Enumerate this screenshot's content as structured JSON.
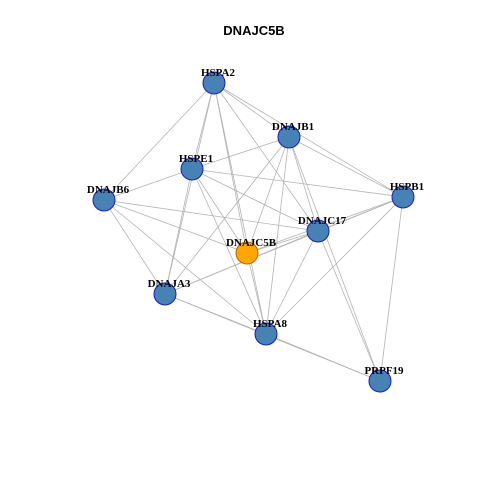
{
  "title": "DNAJC5B",
  "colors": {
    "background": "#ffffff",
    "edge": "#b4b4b4",
    "node_fill": "#4682b4",
    "node_border": "#1a1acc",
    "center_fill": "#ffa500",
    "center_border": "#b36b00",
    "label": "#000000"
  },
  "nodes": [
    {
      "id": "HSPA2",
      "label": "HSPA2",
      "center": false
    },
    {
      "id": "DNAJB1",
      "label": "DNAJB1",
      "center": false
    },
    {
      "id": "HSPE1",
      "label": "HSPE1",
      "center": false
    },
    {
      "id": "DNAJB6",
      "label": "DNAJB6",
      "center": false
    },
    {
      "id": "HSPB1",
      "label": "HSPB1",
      "center": false
    },
    {
      "id": "DNAJC17",
      "label": "DNAJC17",
      "center": false
    },
    {
      "id": "DNAJC5B",
      "label": "DNAJC5B",
      "center": true
    },
    {
      "id": "DNAJA3",
      "label": "DNAJA3",
      "center": false
    },
    {
      "id": "HSPA8",
      "label": "HSPA8",
      "center": false
    },
    {
      "id": "PRPF19",
      "label": "PRPF19",
      "center": false
    }
  ],
  "edges": [
    [
      "HSPA2",
      "DNAJB1"
    ],
    [
      "HSPA2",
      "HSPE1"
    ],
    [
      "HSPA2",
      "DNAJB6"
    ],
    [
      "HSPA2",
      "HSPB1"
    ],
    [
      "HSPA2",
      "DNAJC17"
    ],
    [
      "HSPA2",
      "DNAJC5B"
    ],
    [
      "HSPA2",
      "DNAJA3"
    ],
    [
      "HSPA2",
      "HSPA8"
    ],
    [
      "DNAJB1",
      "HSPE1"
    ],
    [
      "DNAJB1",
      "HSPB1"
    ],
    [
      "DNAJB1",
      "DNAJC17"
    ],
    [
      "DNAJB1",
      "DNAJC5B"
    ],
    [
      "DNAJB1",
      "DNAJA3"
    ],
    [
      "DNAJB1",
      "HSPA8"
    ],
    [
      "DNAJB1",
      "PRPF19"
    ],
    [
      "HSPE1",
      "DNAJB6"
    ],
    [
      "HSPE1",
      "HSPB1"
    ],
    [
      "HSPE1",
      "DNAJC17"
    ],
    [
      "HSPE1",
      "DNAJC5B"
    ],
    [
      "HSPE1",
      "DNAJA3"
    ],
    [
      "HSPE1",
      "HSPA8"
    ],
    [
      "DNAJB6",
      "DNAJC17"
    ],
    [
      "DNAJB6",
      "DNAJC5B"
    ],
    [
      "DNAJB6",
      "DNAJA3"
    ],
    [
      "DNAJB6",
      "HSPA8"
    ],
    [
      "HSPB1",
      "DNAJC17"
    ],
    [
      "HSPB1",
      "DNAJC5B"
    ],
    [
      "HSPB1",
      "DNAJA3"
    ],
    [
      "HSPB1",
      "HSPA8"
    ],
    [
      "HSPB1",
      "PRPF19"
    ],
    [
      "DNAJC17",
      "DNAJC5B"
    ],
    [
      "DNAJC17",
      "DNAJA3"
    ],
    [
      "DNAJC17",
      "HSPA8"
    ],
    [
      "DNAJC17",
      "PRPF19"
    ],
    [
      "DNAJC5B",
      "HSPA8"
    ],
    [
      "DNAJA3",
      "HSPA8"
    ],
    [
      "DNAJA3",
      "PRPF19"
    ],
    [
      "HSPA8",
      "PRPF19"
    ]
  ]
}
